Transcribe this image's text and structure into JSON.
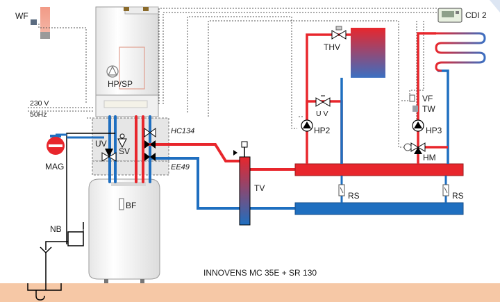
{
  "labels": {
    "wf": "WF",
    "cdi": "CDI 2",
    "thv": "THV",
    "hpsp": "HP/SP",
    "voltage": "230 V",
    "frequency": "50Hz",
    "uv_valve": "U V",
    "hp2": "HP2",
    "vf": "VF",
    "tw": "TW",
    "hp3": "HP3",
    "hc134": "HC134",
    "uv": "UV",
    "sv": "SV",
    "mag": "MAG",
    "hm": "HM",
    "ee49": "EE49",
    "tv": "TV",
    "rs1": "RS",
    "rs2": "RS",
    "bf": "BF",
    "nb": "NB",
    "caption": "INNOVENS MC 35E + SR 130"
  },
  "colors": {
    "hot": "#e8262c",
    "cold": "#1f6fc0",
    "floor": "#f6c8a6",
    "housing": "#f4f4f4",
    "dotted": "#555555"
  }
}
